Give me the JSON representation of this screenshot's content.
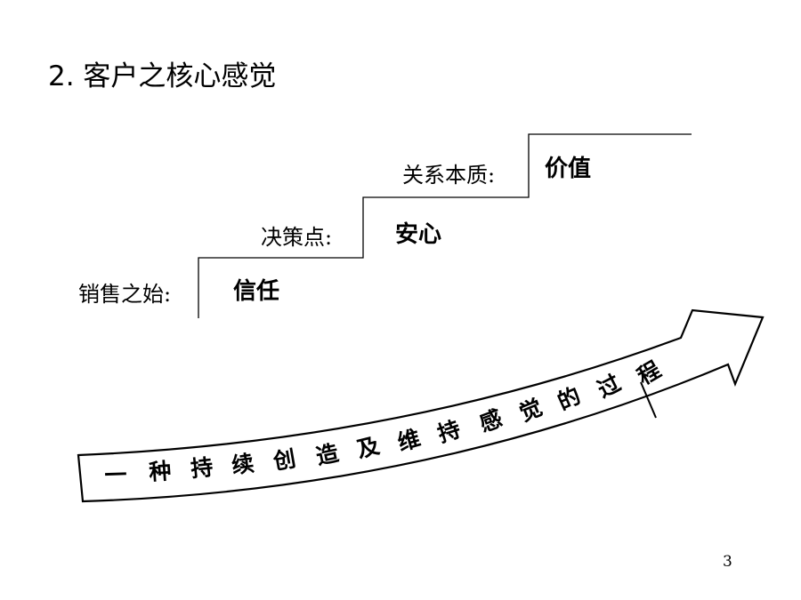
{
  "slide": {
    "title": "2. 客户之核心感觉",
    "page_number": "3"
  },
  "steps": [
    {
      "label": "销售之始:",
      "value": "信任"
    },
    {
      "label": "决策点:",
      "value": "安心"
    },
    {
      "label": "关系本质:",
      "value": "价值"
    }
  ],
  "arrow": {
    "caption_chars": [
      "一",
      "种",
      "持",
      "续",
      "创",
      "造",
      "及",
      "维",
      "持",
      "感",
      "觉",
      "的",
      "过",
      "程"
    ]
  },
  "colors": {
    "text": "#000000",
    "line": "#000000",
    "background": "#ffffff"
  }
}
